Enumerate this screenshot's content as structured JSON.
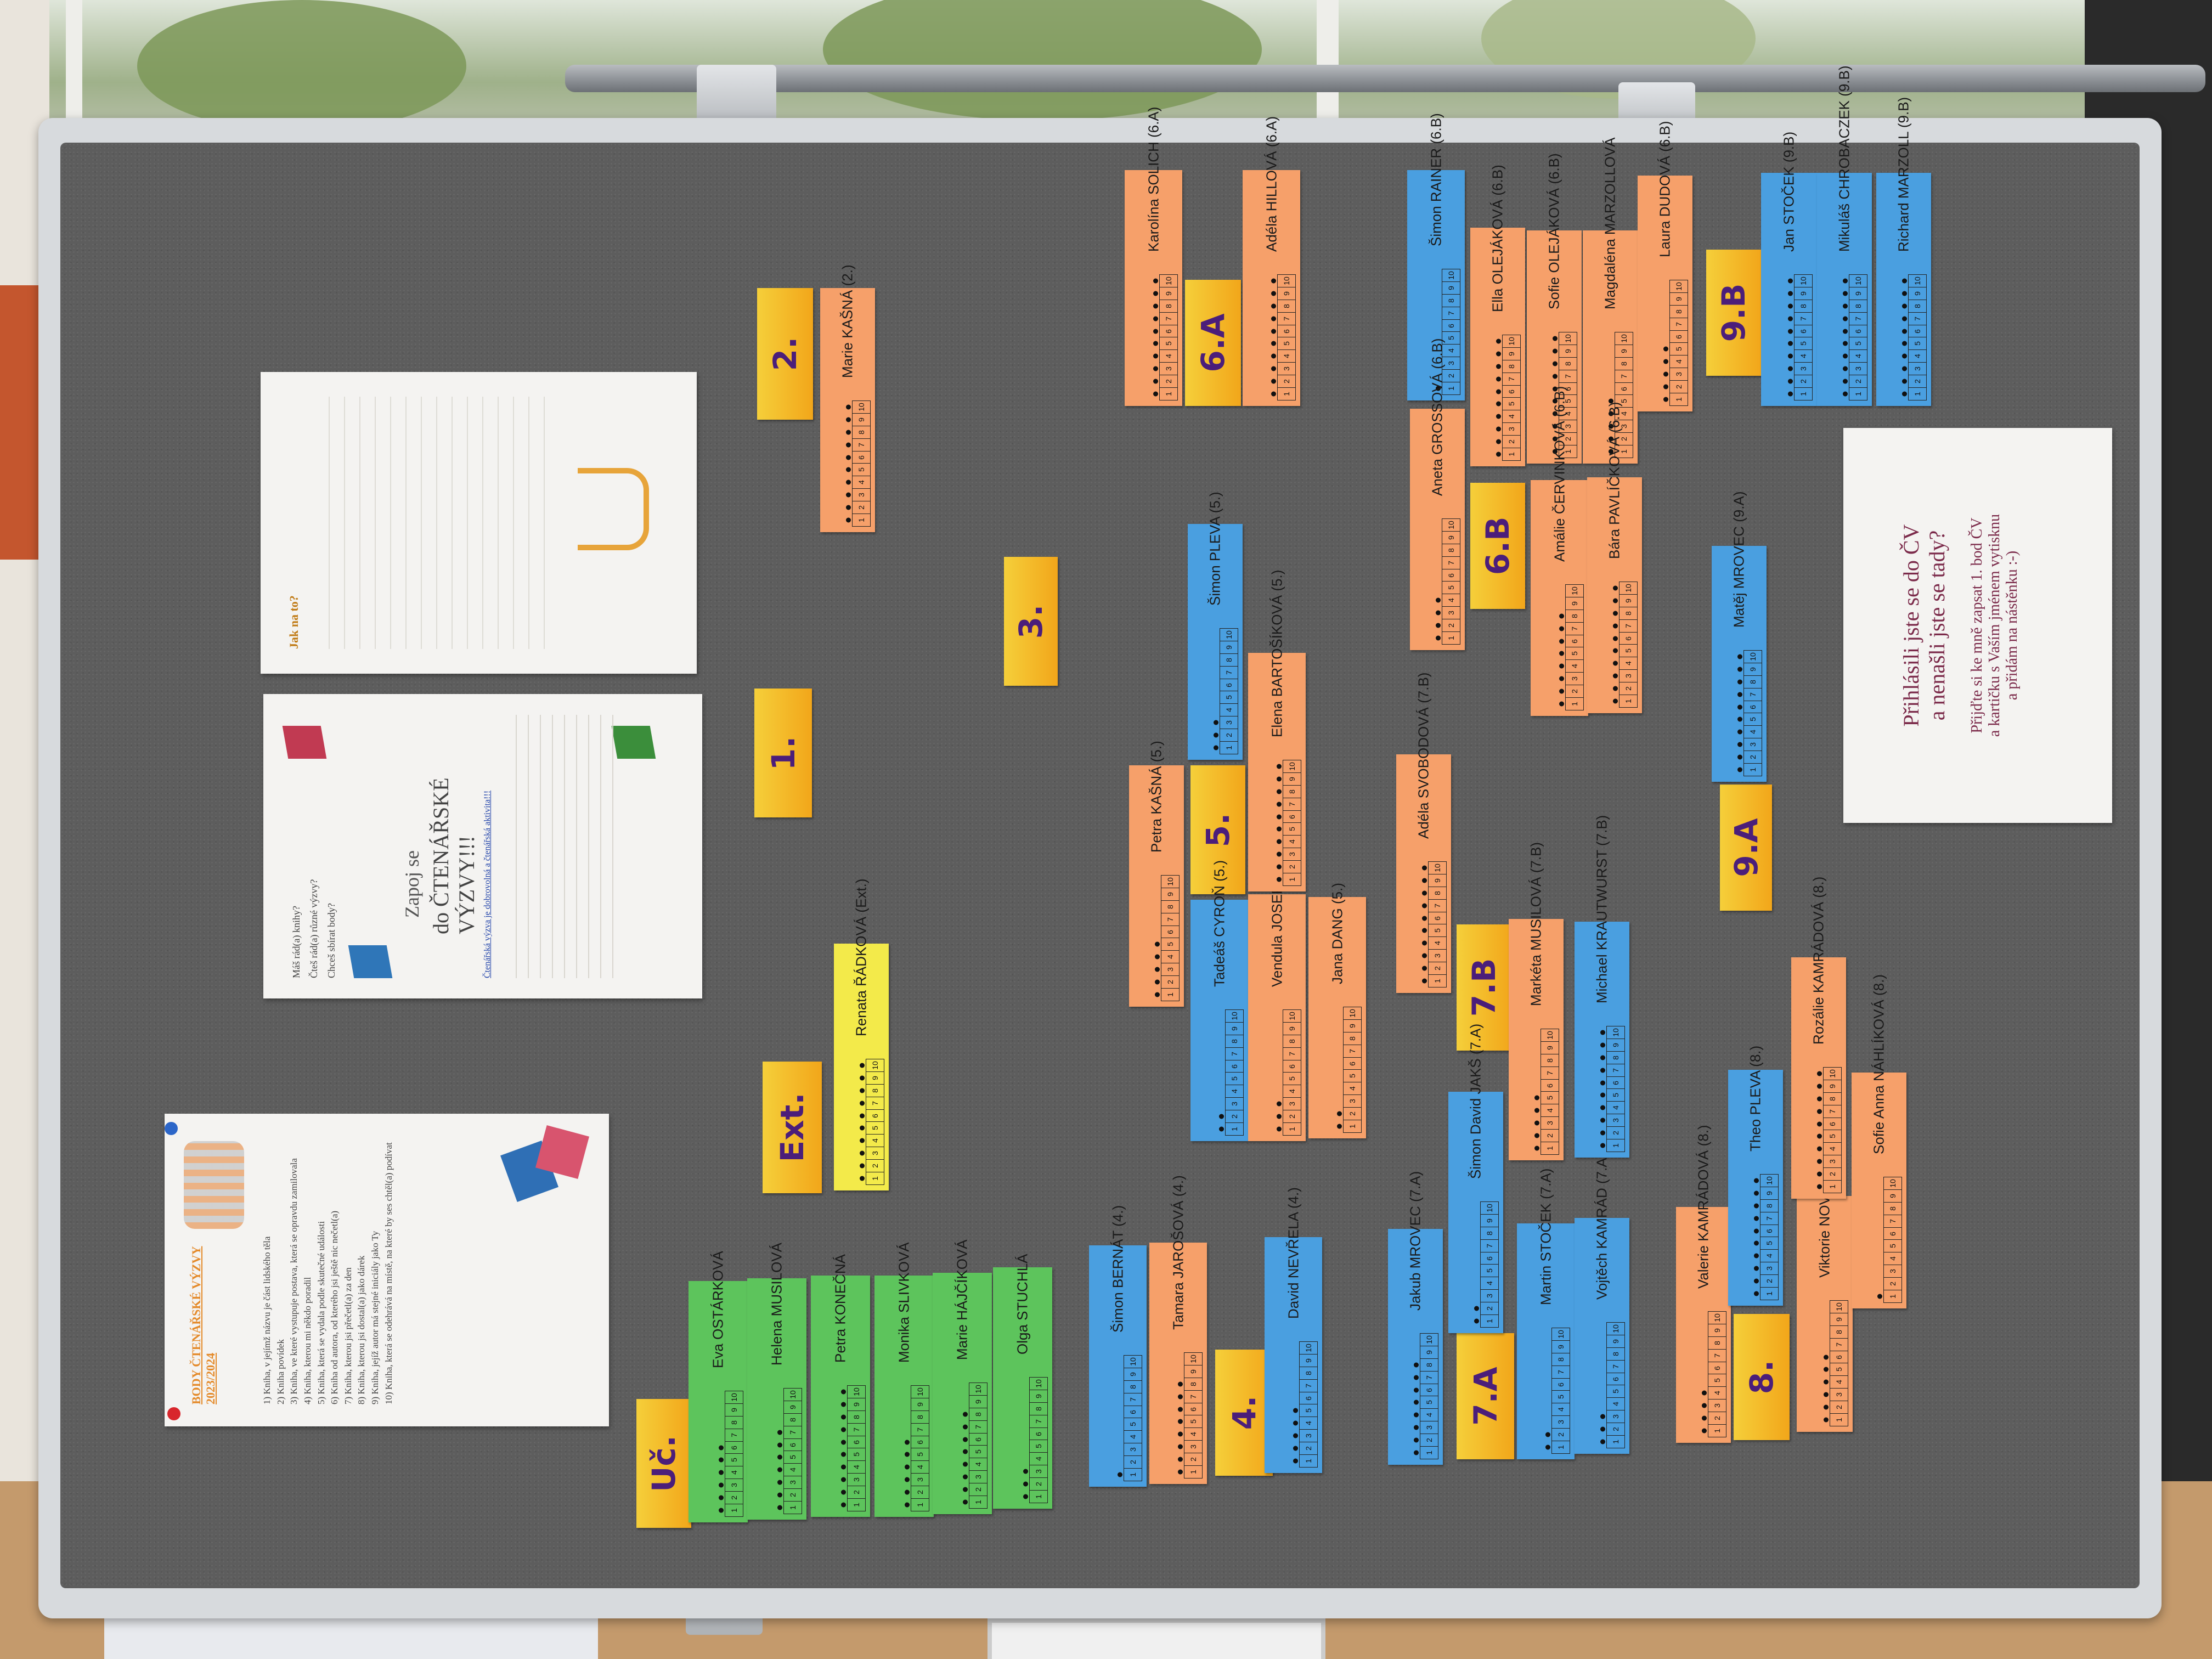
{
  "board": {
    "notice": {
      "line1": "Přihlásili jste se do ČV",
      "line2": "a nenašli jste se tady?",
      "line3": "Přijďte si ke mně zapsat 1. bod ČV",
      "line4": "a kartičku s Vaším jménem vytisknu",
      "line5": "a přidám na nástěnku :-)"
    },
    "poster_points": {
      "title": "BODY ČTENÁŘSKÉ VÝZVY 2023/2024",
      "items": [
        "1) Kniha, v jejímž názvu je část lidského těla",
        "2) Kniha povídek",
        "3) Kniha, ve které vystupuje postava, která se opravdu zamilovala",
        "4) Kniha, kterou mi někdo poradil",
        "5) Kniha, která se vydala podle skutečné události",
        "6) Kniha od autora, od kterého jsi ještě nic nečetl(a)",
        "7) Kniha, kterou jsi přečetl(a) za den",
        "8) Kniha, kterou jsi dostal(a) jako dárek",
        "9) Kniha, jejíž autor má stejné iniciály jako Ty",
        "10) Kniha, která se odehrává na místě, na které by ses chtěl(a) podívat"
      ]
    },
    "poster_join": {
      "q1": "Máš rád(a) knihy?",
      "q2": "Čteš rád(a) různé výzvy?",
      "q3": "Chceš sbírat body?",
      "title1": "Zapoj se",
      "title2": "do ČTENÁŘSKÉ VÝZVY!!!",
      "link": "Čtenářská výzva je dobrovolná a čtenářská aktivita!!!"
    },
    "poster_how": {
      "title": "Jak na to?"
    },
    "class_labels": [
      "Uč.",
      "Ext.",
      "1.",
      "2.",
      "3.",
      "4.",
      "5.",
      "6.A",
      "6.B",
      "7.A",
      "7.B",
      "8.",
      "9.A",
      "9.B"
    ],
    "cards": [
      {
        "name": "Eva OSTÁRKOVÁ",
        "color": "green",
        "dots": 6
      },
      {
        "name": "Helena MUSILOVÁ",
        "color": "green",
        "dots": 7
      },
      {
        "name": "Petra KONEČNÁ",
        "color": "green",
        "dots": 10
      },
      {
        "name": "Monika SLIVKOVÁ",
        "color": "green",
        "dots": 6
      },
      {
        "name": "Marie HÁJČÍKOVÁ",
        "color": "green",
        "dots": 8
      },
      {
        "name": "Olga STUCHLÁ",
        "color": "green",
        "dots": 3
      },
      {
        "name": "Renata ŘÁDKOVÁ (Ext.)",
        "color": "yellow",
        "dots": 10
      },
      {
        "name": "Marie KAŠNÁ (2.)",
        "color": "orange",
        "dots": 10
      },
      {
        "name": "Šimon BERNÁT (4.)",
        "color": "blue",
        "dots": 1
      },
      {
        "name": "Tamara JAROŠOVÁ (4.)",
        "color": "orange",
        "dots": 8
      },
      {
        "name": "David NEVŘELA (4.)",
        "color": "blue",
        "dots": 5
      },
      {
        "name": "Tadeáš CYROŇ (5.)",
        "color": "blue",
        "dots": 2
      },
      {
        "name": "Petra KAŠNÁ (5.)",
        "color": "orange",
        "dots": 5
      },
      {
        "name": "Vendula JOSEFUSOVÁ (5.)",
        "color": "orange",
        "dots": 3
      },
      {
        "name": "Jana DANG (5.)",
        "color": "orange",
        "dots": 2
      },
      {
        "name": "Elena BARTOŠÍKOVÁ (5.)",
        "color": "orange",
        "dots": 10
      },
      {
        "name": "Šimon PLEVA (5.)",
        "color": "blue",
        "dots": 3
      },
      {
        "name": "Karolína SOLICH (6.A)",
        "color": "orange",
        "dots": 10
      },
      {
        "name": "Adéla HILLOVÁ (6.A)",
        "color": "orange",
        "dots": 10
      },
      {
        "name": "Šimon RAINER (6.B)",
        "color": "blue",
        "dots": 1
      },
      {
        "name": "Aneta GROSSOVÁ (6.B)",
        "color": "orange",
        "dots": 4
      },
      {
        "name": "Ella OLEJÁKOVÁ (6.B)",
        "color": "orange",
        "dots": 10
      },
      {
        "name": "Sofie OLEJÁKOVÁ (6.B)",
        "color": "orange",
        "dots": 10
      },
      {
        "name": "Amálie ČERVINKOVÁ (6.B)",
        "color": "orange",
        "dots": 8
      },
      {
        "name": "Magdaléna MARZOLLOVÁ",
        "color": "orange",
        "dots": 5
      },
      {
        "name": "Bára PAVLÍČKOVÁ (6.B)",
        "color": "orange",
        "dots": 10
      },
      {
        "name": "Laura DUDOVÁ (6.B)",
        "color": "orange",
        "dots": 5
      },
      {
        "name": "Jakub MROVEC (7.A)",
        "color": "blue",
        "dots": 8
      },
      {
        "name": "Šimon David JAKŠ (7.A)",
        "color": "blue",
        "dots": 2
      },
      {
        "name": "Martin STOČEK (7.A)",
        "color": "blue",
        "dots": 2
      },
      {
        "name": "Vojtěch KAMRÁD (7.A)",
        "color": "blue",
        "dots": 3
      },
      {
        "name": "Adéla SVOBODOVÁ (7.B)",
        "color": "orange",
        "dots": 10
      },
      {
        "name": "Markéta MUSILOVÁ (7.B)",
        "color": "orange",
        "dots": 5
      },
      {
        "name": "Michael KRAUTWURST (7.B)",
        "color": "blue",
        "dots": 10
      },
      {
        "name": "Valerie KAMRÁDOVÁ (8.)",
        "color": "orange",
        "dots": 4
      },
      {
        "name": "Theo PLEVA (8.)",
        "color": "blue",
        "dots": 10
      },
      {
        "name": "Viktorie NOVÁKOVÁ (8.)",
        "color": "orange",
        "dots": 6
      },
      {
        "name": "Rozálie KAMRÁDOVÁ (8.)",
        "color": "orange",
        "dots": 10
      },
      {
        "name": "Sofie Anna NÁHLÍKOVÁ (8.)",
        "color": "orange",
        "dots": 1
      },
      {
        "name": "Matěj MROVEC (9.A)",
        "color": "blue",
        "dots": 10
      },
      {
        "name": "Jan STOČEK (9.B)",
        "color": "blue",
        "dots": 10
      },
      {
        "name": "Mikuláš CHROBACZEK (9.B)",
        "color": "blue",
        "dots": 10
      },
      {
        "name": "Richard MARZOLL (9.B)",
        "color": "blue",
        "dots": 10
      }
    ]
  }
}
